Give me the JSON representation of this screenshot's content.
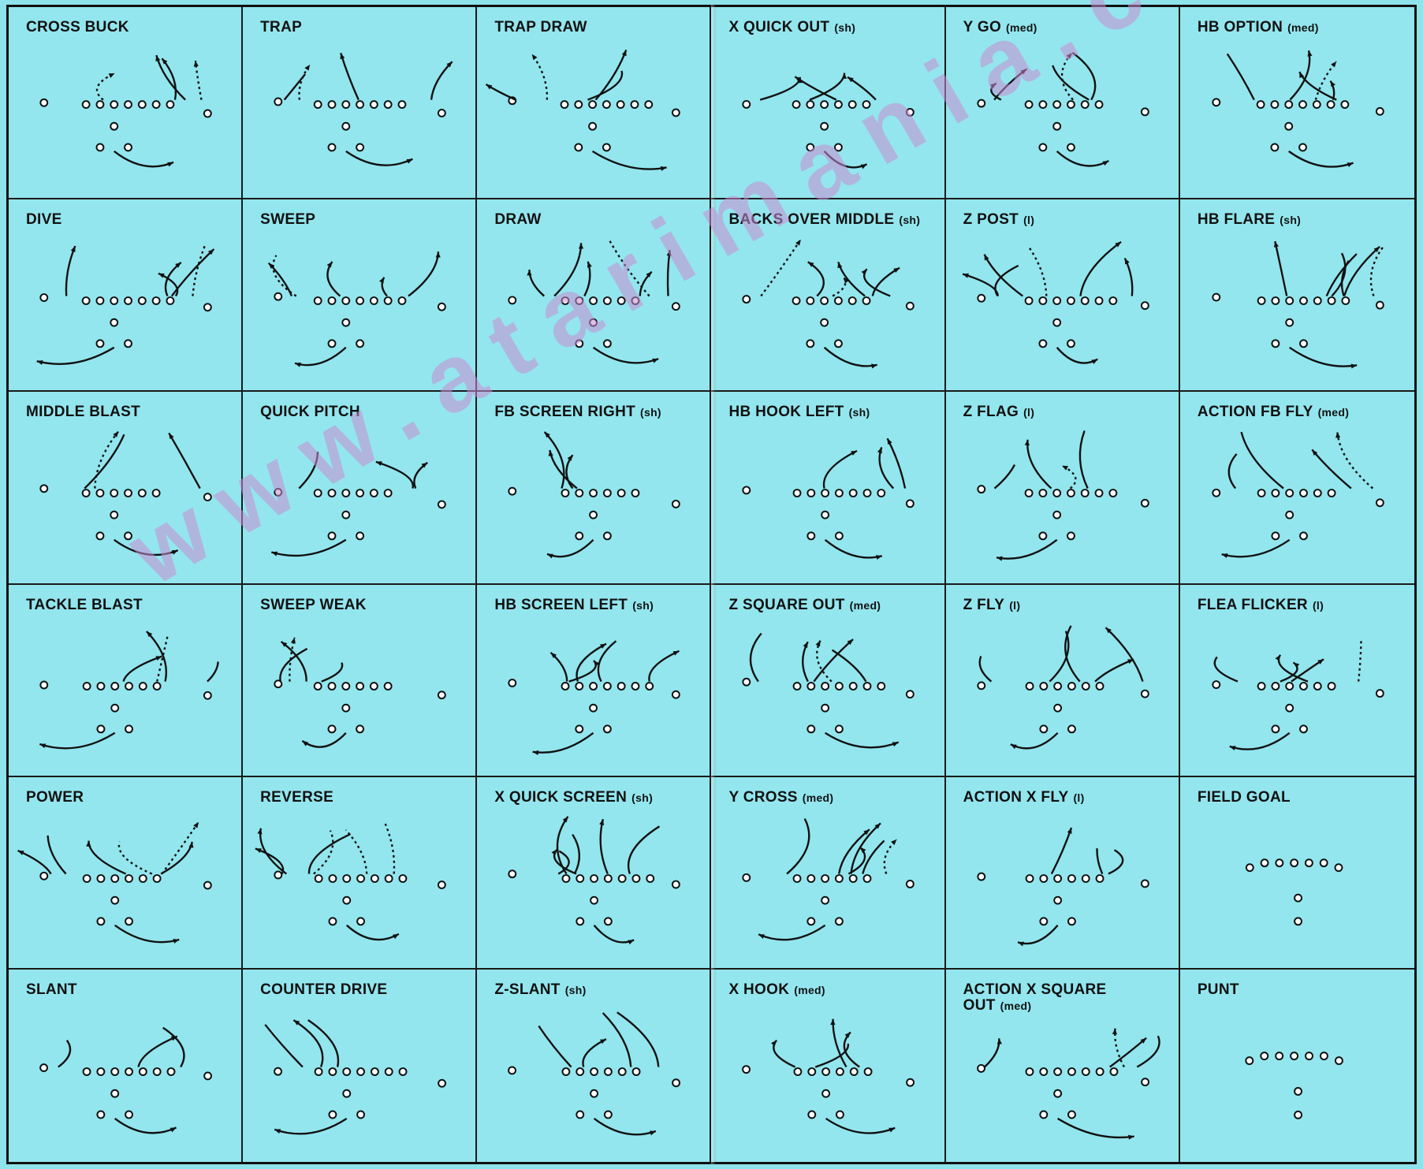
{
  "plays": [
    {
      "name": "CROSS BUCK",
      "tag": ""
    },
    {
      "name": "TRAP",
      "tag": ""
    },
    {
      "name": "TRAP DRAW",
      "tag": ""
    },
    {
      "name": "X QUICK OUT",
      "tag": "(sh)"
    },
    {
      "name": "Y GO",
      "tag": "(med)"
    },
    {
      "name": "HB OPTION",
      "tag": "(med)"
    },
    {
      "name": "DIVE",
      "tag": ""
    },
    {
      "name": "SWEEP",
      "tag": ""
    },
    {
      "name": "DRAW",
      "tag": ""
    },
    {
      "name": "BACKS OVER MIDDLE",
      "tag": "(sh)"
    },
    {
      "name": "Z POST",
      "tag": "(l)"
    },
    {
      "name": "HB FLARE",
      "tag": "(sh)"
    },
    {
      "name": "MIDDLE BLAST",
      "tag": ""
    },
    {
      "name": "QUICK PITCH",
      "tag": ""
    },
    {
      "name": "FB SCREEN RIGHT",
      "tag": "(sh)"
    },
    {
      "name": "HB HOOK LEFT",
      "tag": "(sh)"
    },
    {
      "name": "Z FLAG",
      "tag": "(l)"
    },
    {
      "name": "ACTION FB FLY",
      "tag": "(med)"
    },
    {
      "name": "TACKLE BLAST",
      "tag": ""
    },
    {
      "name": "SWEEP WEAK",
      "tag": ""
    },
    {
      "name": "HB SCREEN LEFT",
      "tag": "(sh)"
    },
    {
      "name": "Z SQUARE OUT",
      "tag": "(med)"
    },
    {
      "name": "Z FLY",
      "tag": "(l)"
    },
    {
      "name": "FLEA FLICKER",
      "tag": "(l)"
    },
    {
      "name": "POWER",
      "tag": ""
    },
    {
      "name": "REVERSE",
      "tag": ""
    },
    {
      "name": "X QUICK SCREEN",
      "tag": "(sh)"
    },
    {
      "name": "Y CROSS",
      "tag": "(med)"
    },
    {
      "name": "ACTION X FLY",
      "tag": "(l)"
    },
    {
      "name": "FIELD GOAL",
      "tag": ""
    },
    {
      "name": "SLANT",
      "tag": ""
    },
    {
      "name": "COUNTER DRIVE",
      "tag": ""
    },
    {
      "name": "Z-SLANT",
      "tag": "(sh)"
    },
    {
      "name": "X HOOK",
      "tag": "(med)"
    },
    {
      "name": "ACTION X SQUARE OUT",
      "tag": "(med)"
    },
    {
      "name": "PUNT",
      "tag": ""
    }
  ],
  "watermark": "www.atarimania.com",
  "colors": {
    "background": "#93e6ee",
    "ink": "#111111",
    "watermark": "#c88cd2"
  }
}
